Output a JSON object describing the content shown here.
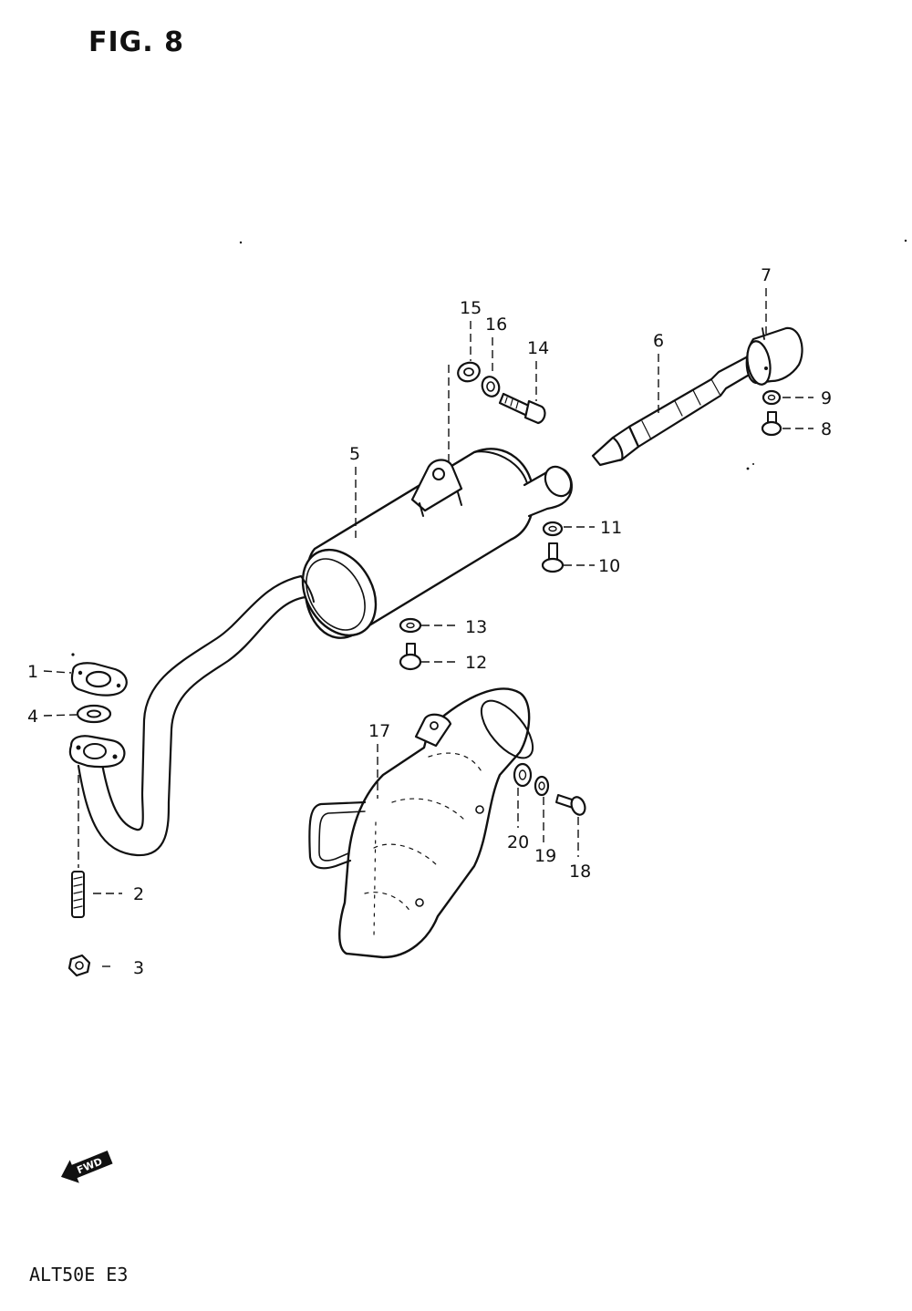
{
  "figure": {
    "title": "FIG. 8",
    "model_code": "ALT50E E3",
    "fwd_label": "FWD"
  },
  "callouts": {
    "p1": "1",
    "p2": "2",
    "p3": "3",
    "p4": "4",
    "p5": "5",
    "p6": "6",
    "p7": "7",
    "p8": "8",
    "p9": "9",
    "p10": "10",
    "p11": "11",
    "p12": "12",
    "p13": "13",
    "p14": "14",
    "p15": "15",
    "p16": "16",
    "p17": "17",
    "p18": "18",
    "p19": "19",
    "p20": "20"
  },
  "colors": {
    "ink": "#111111",
    "paper": "#ffffff"
  }
}
